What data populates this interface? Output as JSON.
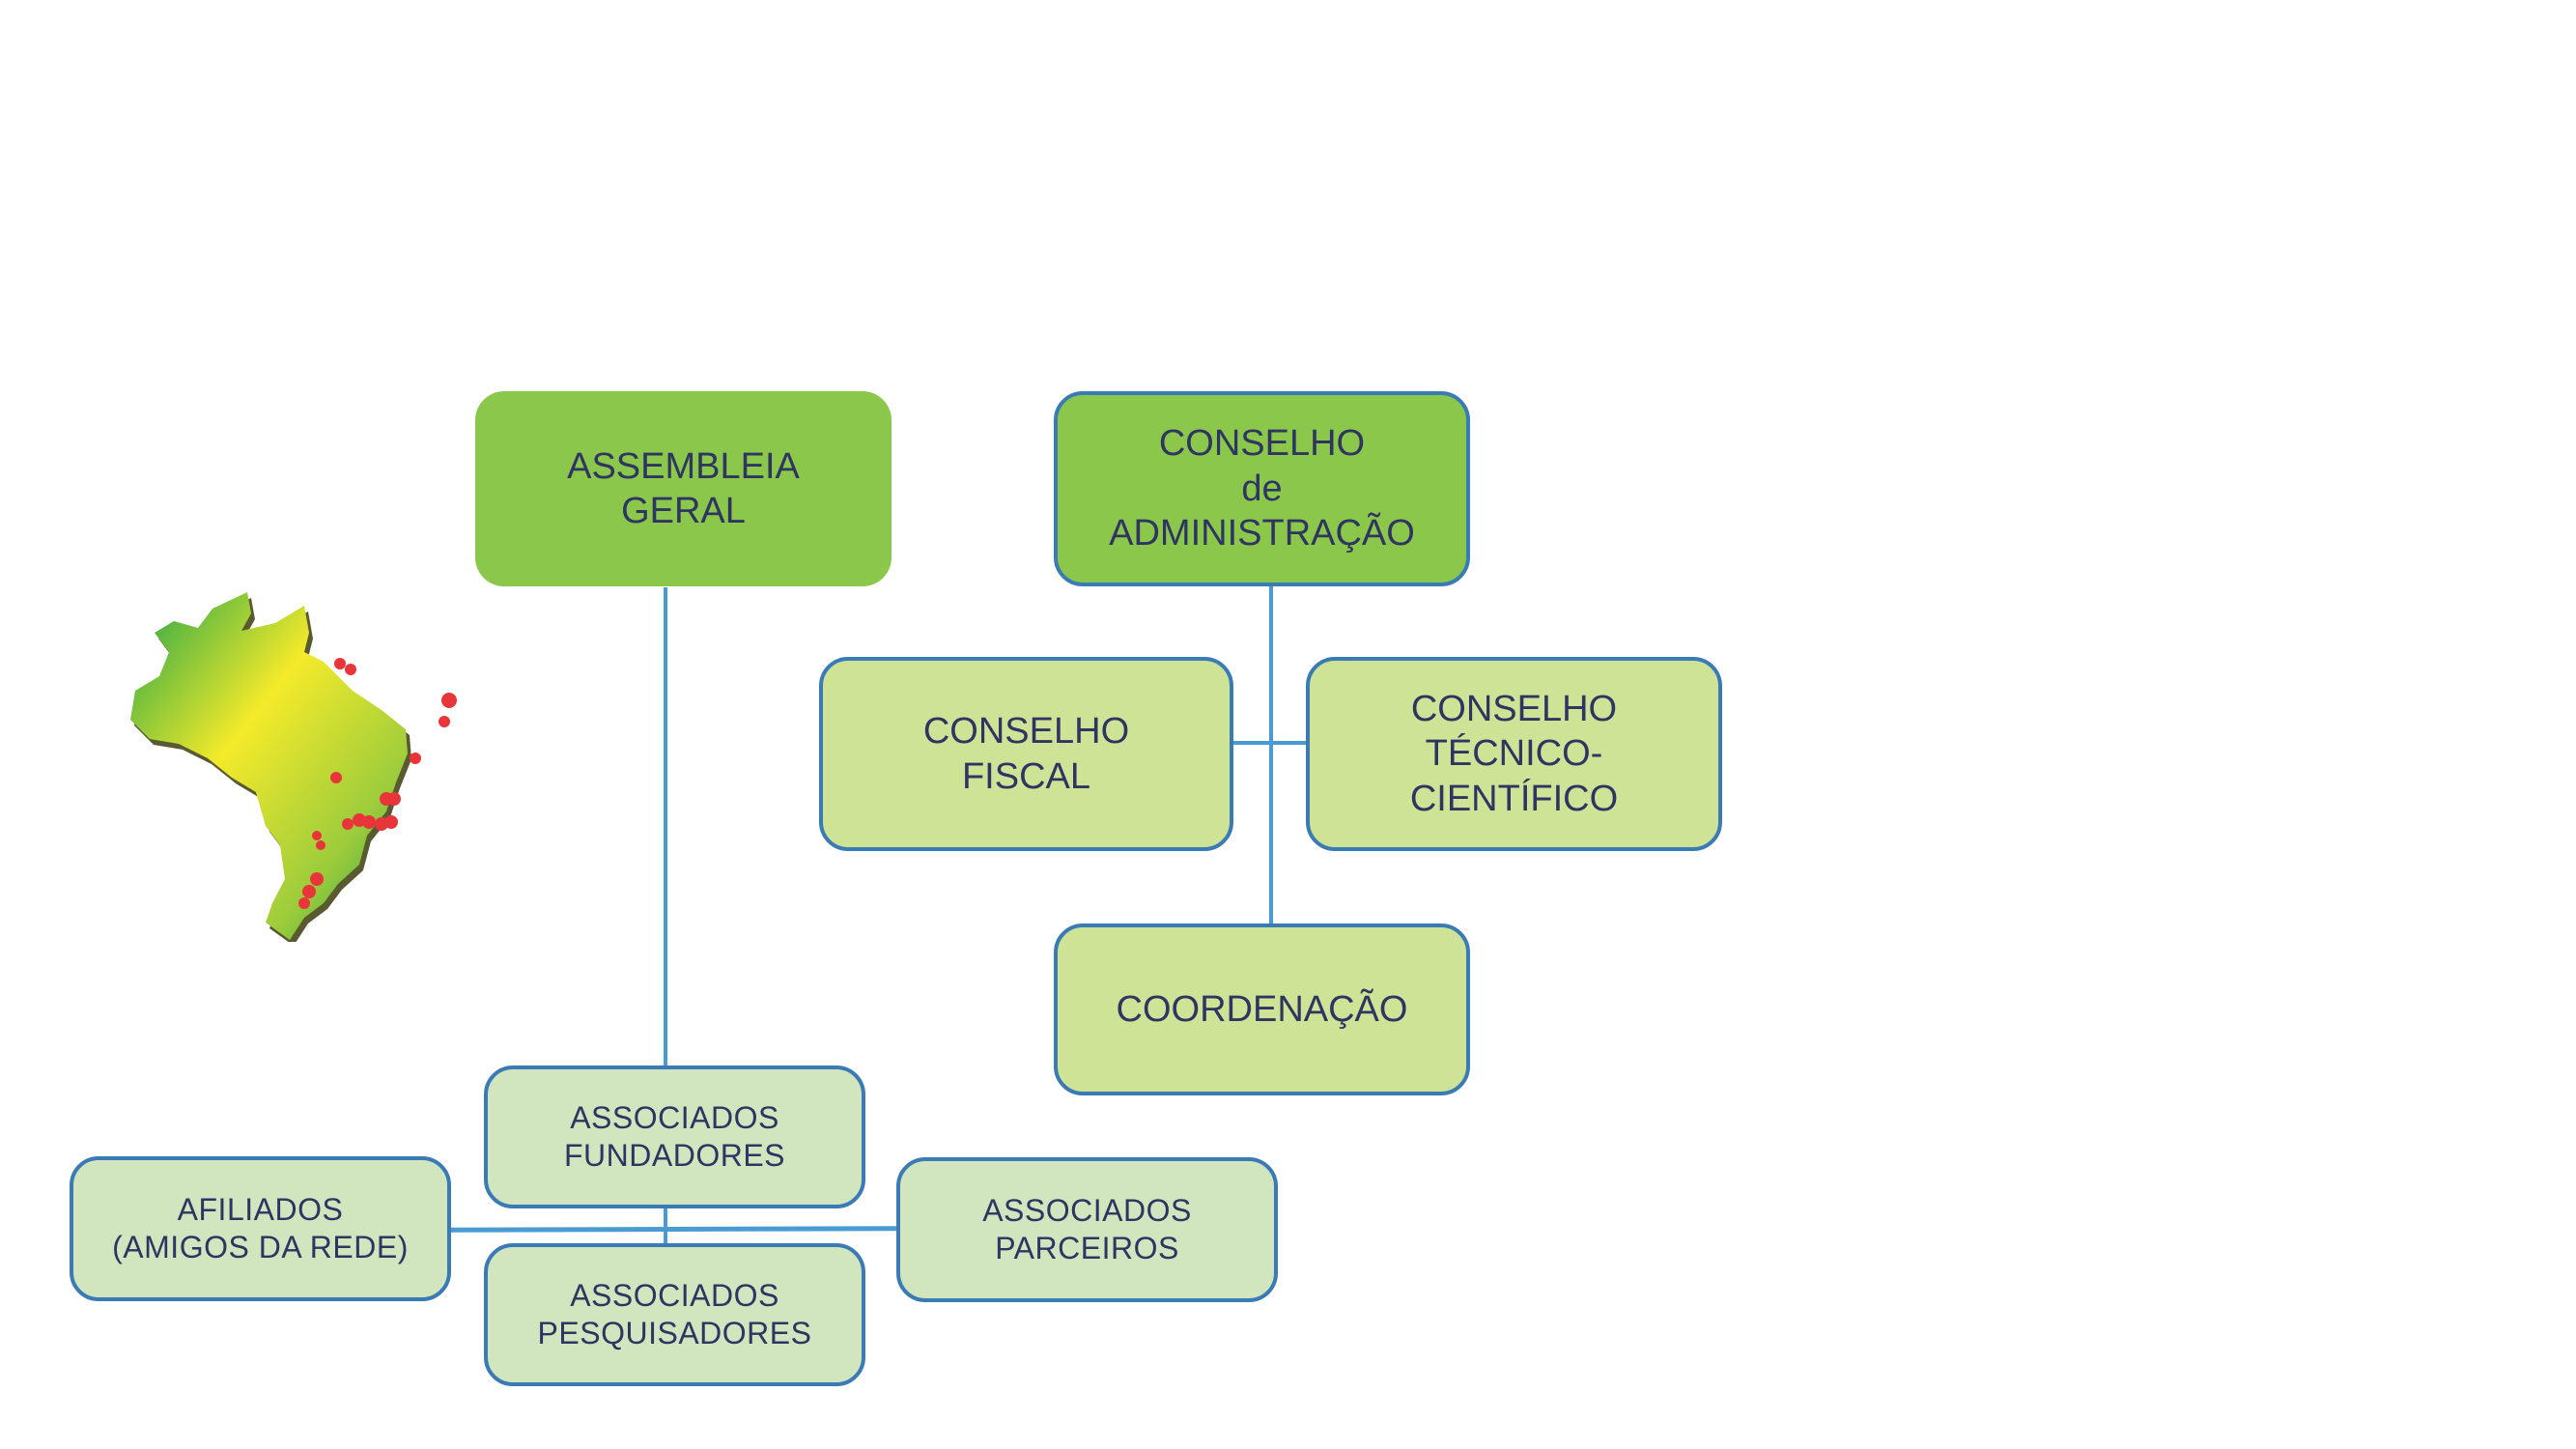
{
  "nodes": {
    "assembleia": "ASSEMBLEIA\nGERAL",
    "conselho_admin": "CONSELHO\nde\nADMINISTRAÇÃO",
    "conselho_fiscal": "CONSELHO\nFISCAL",
    "conselho_tecnico": "CONSELHO\nTÉCNICO-\nCIENTÍFICO",
    "coordenacao": "COORDENAÇÃO",
    "fundadores": "ASSOCIADOS\nFUNDADORES",
    "afiliados": "AFILIADOS\n(AMIGOS DA REDE)",
    "pesquisadores": "ASSOCIADOS\nPESQUISADORES",
    "parceiros": "ASSOCIADOS\nPARCEIROS"
  },
  "colors": {
    "dark_green": "#8bc74b",
    "mid_green": "#cfe396",
    "light_green": "#d1e5bf",
    "border": "#3a7ab5",
    "line": "#4a9ad4",
    "text": "#2e3560",
    "map_dots": "#e8353a"
  }
}
